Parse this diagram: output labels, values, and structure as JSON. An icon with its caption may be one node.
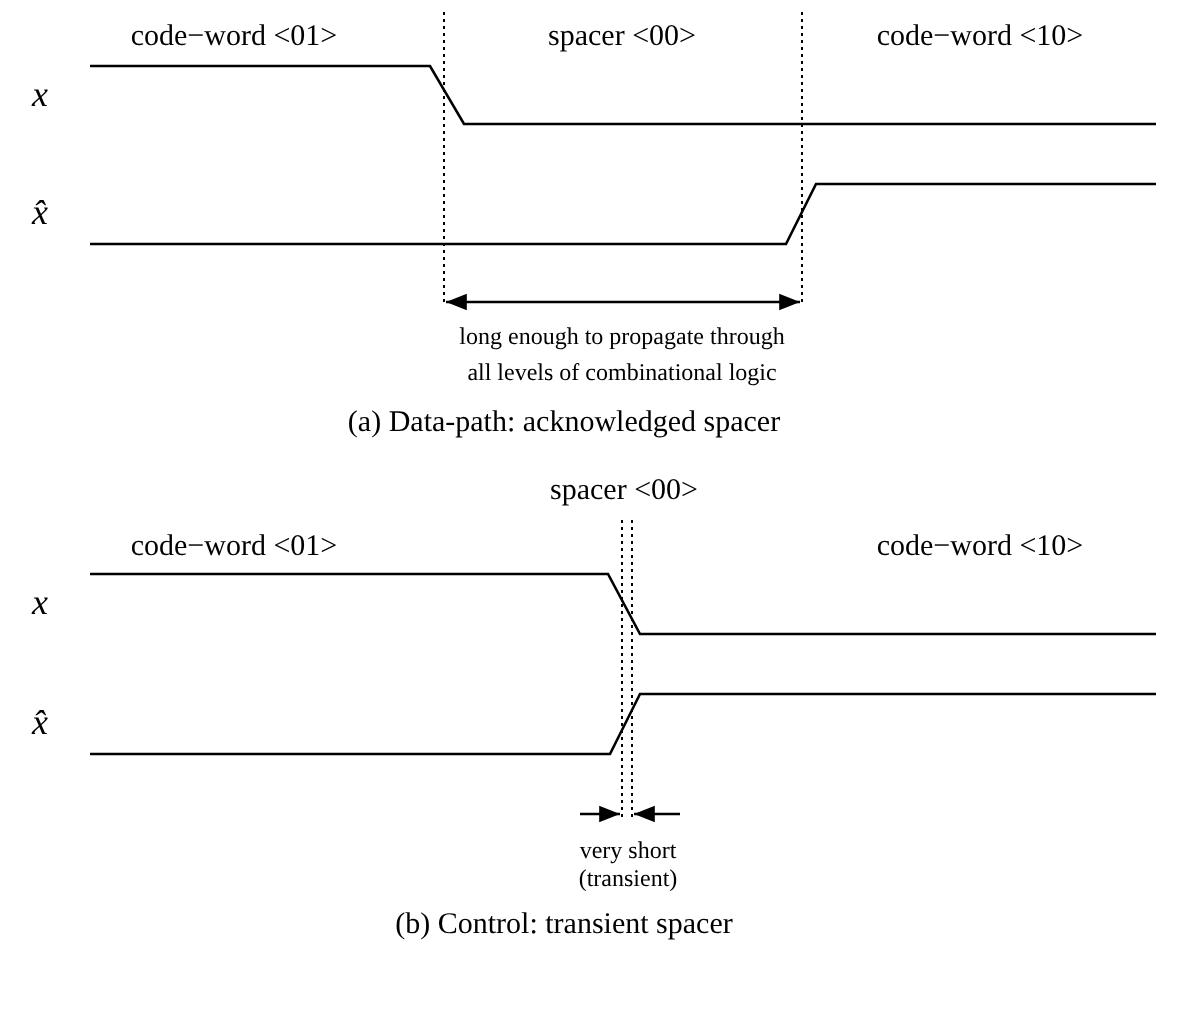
{
  "diagram": {
    "labels": [
      "code−word <01>",
      "spacer <00>",
      "code−word <10>",
      "x",
      "x̂",
      "long enough to propagate through",
      "all levels of combinational logic",
      "(a) Data-path: acknowledged spacer",
      "spacer <00>",
      "code−word <01>",
      "code−word <10>",
      "x",
      "x̂",
      "very short",
      "(transient)",
      "(b) Control: transient spacer"
    ]
  }
}
